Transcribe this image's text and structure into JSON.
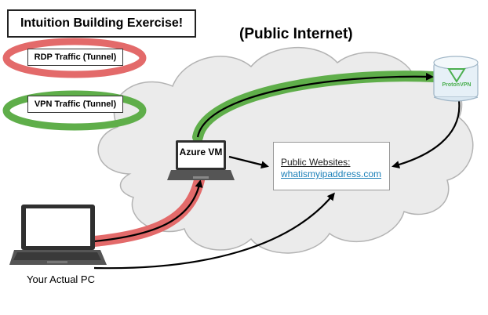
{
  "title": "Intuition Building Exercise!",
  "legend": {
    "rdp_label": "RDP Traffic (Tunnel)",
    "vpn_label": "VPN Traffic (Tunnel)"
  },
  "cloud_label": "(Public Internet)",
  "nodes": {
    "azure_vm": "Azure VM",
    "public_websites_title": "Public Websites:",
    "public_websites_link": "whatismyipaddress.com",
    "your_pc": "Your Actual PC",
    "protonvpn": "ProtonVPN"
  },
  "colors": {
    "rdp_tunnel": "#e36a6a",
    "vpn_tunnel": "#5fae4a",
    "cloud_fill": "#ebebeb",
    "link": "#1a7fb8",
    "protonvpn_accent": "#4caf50"
  },
  "icons": [
    "laptop-icon",
    "server-icon",
    "protonvpn-logo-icon"
  ]
}
